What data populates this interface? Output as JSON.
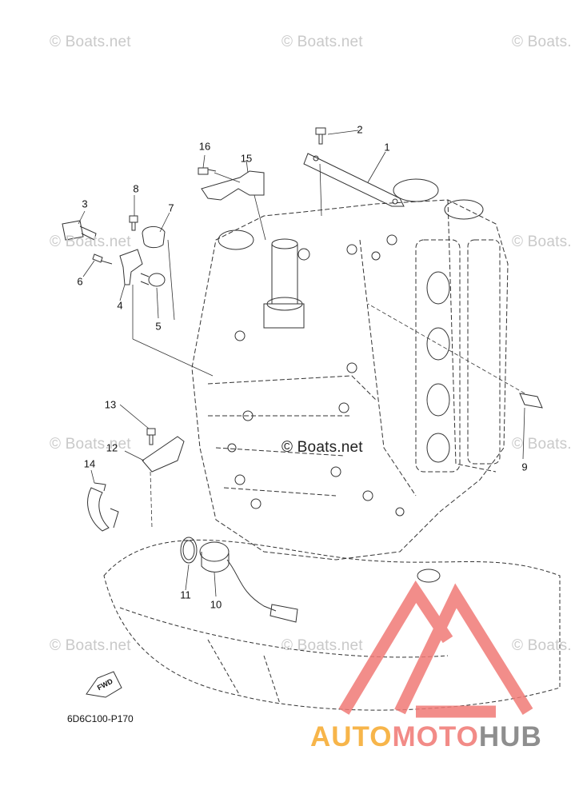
{
  "watermark": {
    "text": "© Boats.net",
    "color": "#c9c9c9"
  },
  "diagram": {
    "code": "6D6C100-P170",
    "fwd_label": "FWD",
    "callouts": [
      "1",
      "2",
      "3",
      "4",
      "5",
      "6",
      "7",
      "8",
      "9",
      "10",
      "11",
      "12",
      "13",
      "14",
      "15",
      "16"
    ]
  },
  "brand": {
    "part1": "AUTO",
    "part2": "MOTO",
    "part3": "HUB",
    "colors": {
      "auto": "#f7b54a",
      "moto": "#f28b87",
      "hub": "#8e8e8e",
      "logo": "#f07a76"
    }
  }
}
